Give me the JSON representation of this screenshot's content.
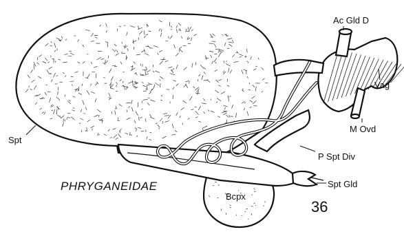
{
  "figure": {
    "family": "PHRYGANEIDAE",
    "number": "36"
  },
  "labels": {
    "spt": "Spt",
    "ac_gld_d": "Ac Gld D",
    "vag": "Vag",
    "m_ovd": "M Ovd",
    "p_spt_div": "P Spt Div",
    "spt_gld": "Spt Gld",
    "bcpx": "Bcpx"
  }
}
